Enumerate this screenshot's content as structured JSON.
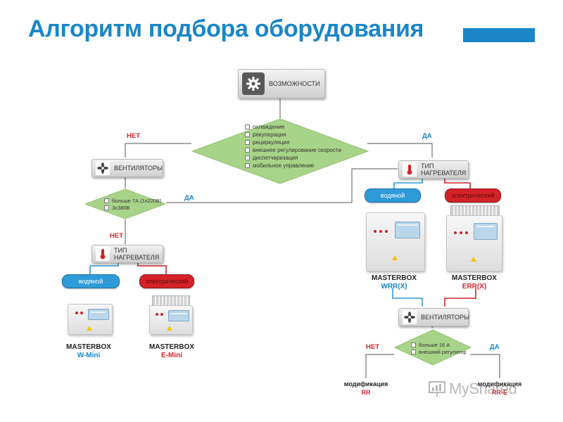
{
  "header": {
    "title": "Алгоритм подбора оборудования"
  },
  "nodes": {
    "capabilities": {
      "label": "ВОЗМОЖНОСТИ",
      "icon": "gear-icon"
    },
    "main_decision": {
      "items": [
        "охлаждение",
        "рекуперация",
        "рециркуляция",
        "внешнее регулирование скорости",
        "диспетчеризация",
        "мобильное управление"
      ],
      "no": "НЕТ",
      "yes": "ДА"
    },
    "fans_left": {
      "label": "ВЕНТИЛЯТОРЫ",
      "icon": "fan-icon"
    },
    "heater_right": {
      "label": "ТИП НАГРЕВАТЕЛЯ",
      "icon": "thermometer-icon"
    },
    "left_decision": {
      "items": [
        "больше 7А (1х220В)",
        "3х380В"
      ],
      "yes": "ДА",
      "no": "НЕТ"
    },
    "heater_left": {
      "label": "ТИП НАГРЕВАТЕЛЯ",
      "icon": "thermometer-icon"
    },
    "fans_right": {
      "label": "ВЕНТИЛЯТОРЫ",
      "icon": "fan-icon"
    },
    "right_decision": {
      "items": [
        "больше 16 А",
        "внешний регулятор"
      ],
      "no": "НЕТ",
      "yes": "ДА"
    }
  },
  "heater_types": {
    "water": "водяной",
    "electric": "электрический"
  },
  "products": {
    "w_mini": {
      "name": "MASTERBOX",
      "model": "W-Mini"
    },
    "e_mini": {
      "name": "MASTERBOX",
      "model": "E-Mini"
    },
    "wrr": {
      "name": "MASTERBOX",
      "model": "WRR(X)"
    },
    "err": {
      "name": "MASTERBOX",
      "model": "ERR(X)"
    }
  },
  "modifications": {
    "left": {
      "label": "модификация",
      "code": "RR"
    },
    "right": {
      "label": "модификация",
      "code": "RR-E"
    }
  },
  "watermark": {
    "text": "MyShared"
  },
  "colors": {
    "accent": "#1a86c7",
    "diamond": "#a8d48a",
    "water": "#2f9ad8",
    "electric": "#d42228",
    "no": "#d6262c",
    "yes": "#1a86c7"
  }
}
